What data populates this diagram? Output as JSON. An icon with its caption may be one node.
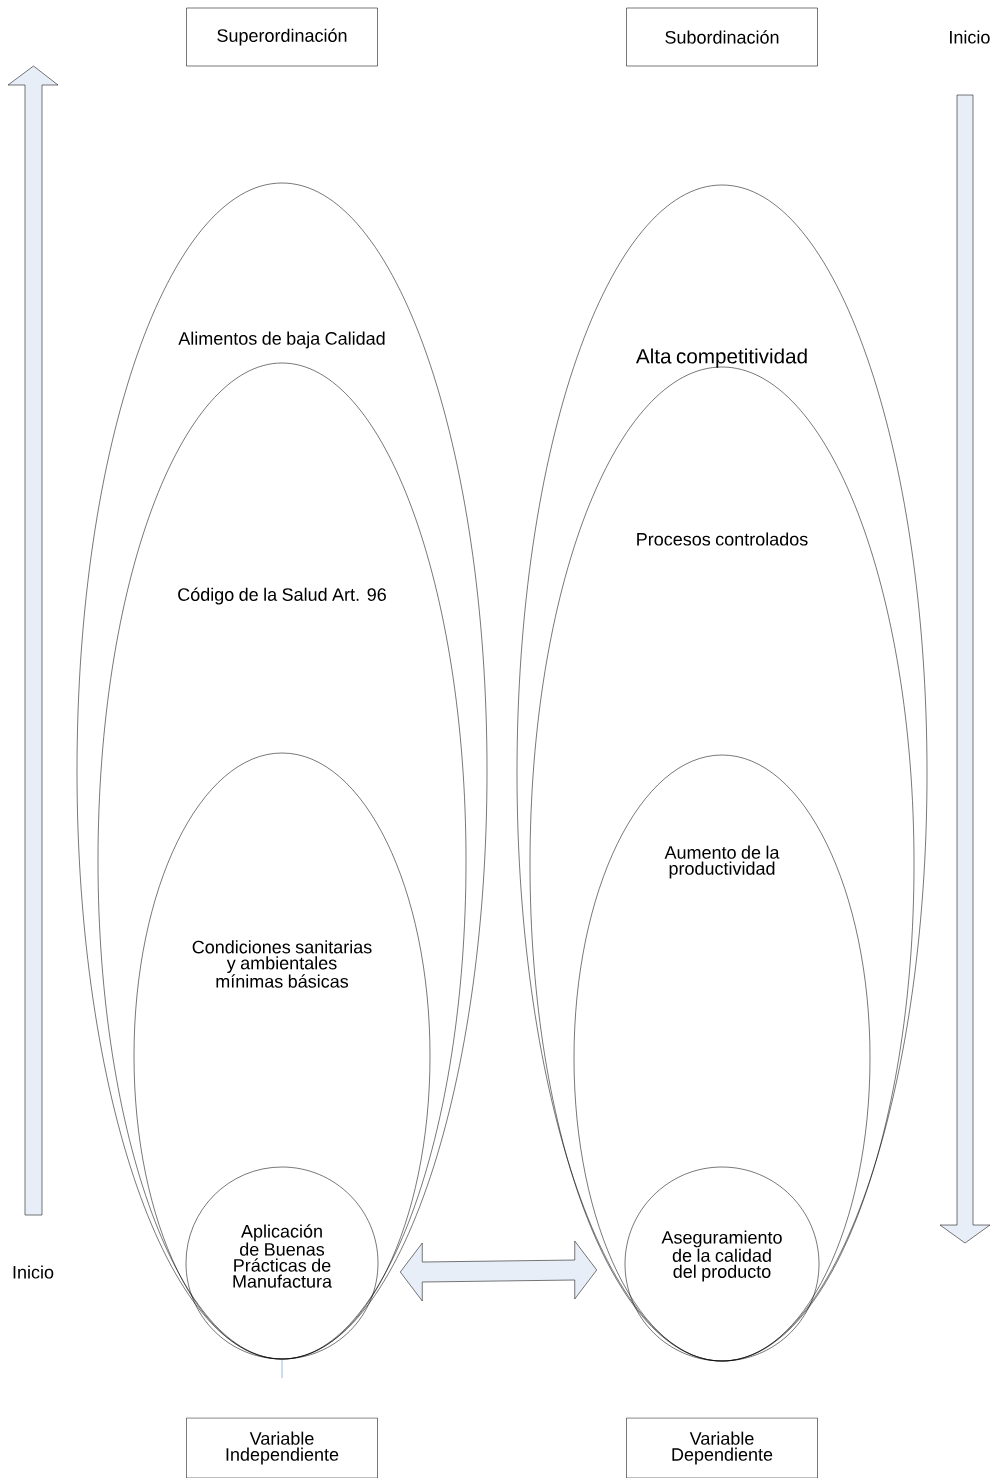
{
  "diagram": {
    "nodes": [
      {
        "text": [
          "Superordinación"
        ]
      },
      {
        "text": [
          "Subordinación"
        ]
      },
      {
        "text": [
          "Alimentos de baja Calidad"
        ]
      },
      {
        "text": [
          "Código de la Salud Art. 96"
        ],
        "in": 2
      },
      {
        "text": [
          "Condiciones sanitarias y ambientales mínimas básicas"
        ],
        "in": 3
      },
      {
        "text": [
          "Aplicación de Buenas Prácticas de Manufactura"
        ],
        "in": 4
      },
      {
        "text": [
          "Alta competitividad"
        ]
      },
      {
        "text": [
          "Procesos controlados"
        ],
        "in": 6
      },
      {
        "text": [
          "Aumento de la productividad"
        ],
        "in": 7
      },
      {
        "text": [
          "Aseguramiento de la calidad del producto"
        ],
        "in": 8
      },
      {
        "text": [
          "Variable Independiente"
        ]
      },
      {
        "text": [
          "Variable Dependiente"
        ]
      }
    ],
    "edges": [
      {
        "from": 5,
        "to": 9,
        "arrow": "both"
      }
    ],
    "labels": [
      "Inicio",
      "Inicio"
    ]
  }
}
